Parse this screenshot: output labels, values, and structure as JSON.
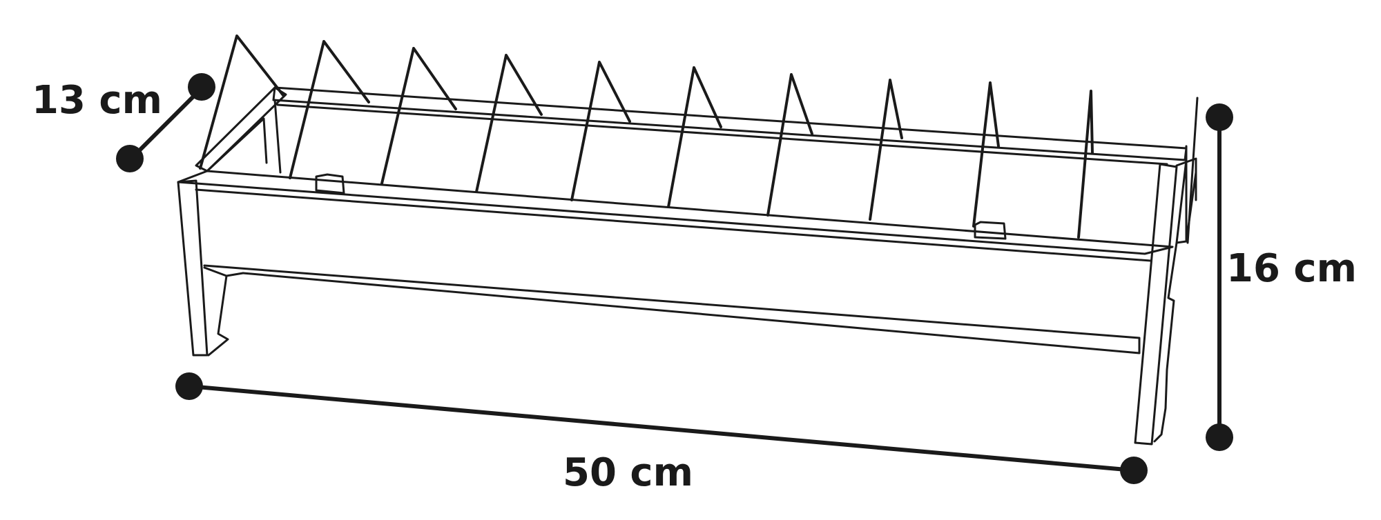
{
  "dimensions": {
    "depth": {
      "label": "13 cm"
    },
    "height": {
      "label": "16 cm"
    },
    "width": {
      "label": "50 cm"
    }
  },
  "colors": {
    "line": "#1a1a1a",
    "background": "#ffffff"
  }
}
